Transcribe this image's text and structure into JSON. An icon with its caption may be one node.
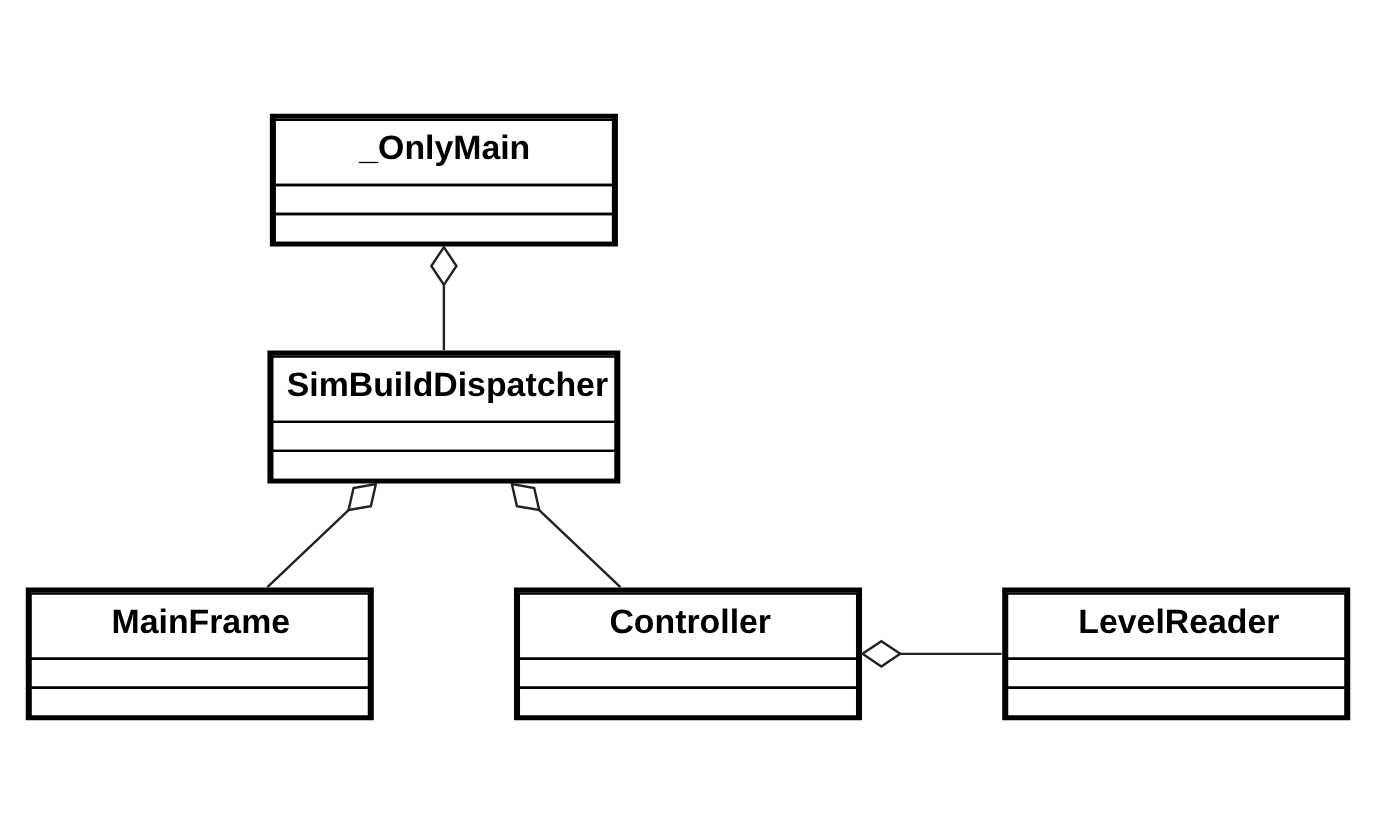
{
  "diagram": {
    "nodes": [
      {
        "text": [
          "_OnlyMain"
        ]
      },
      {
        "text": [
          "SimBuildDispatcher"
        ]
      },
      {
        "text": [
          "MainFrame"
        ]
      },
      {
        "text": [
          "Controller"
        ]
      },
      {
        "text": [
          "LevelReader"
        ]
      }
    ],
    "edges": [
      {
        "from": 0,
        "to": 1,
        "arrow": "other"
      },
      {
        "from": 1,
        "to": 2,
        "arrow": "other"
      },
      {
        "from": 1,
        "to": 3,
        "arrow": "other"
      },
      {
        "from": 3,
        "to": 4,
        "arrow": "other"
      }
    ]
  }
}
